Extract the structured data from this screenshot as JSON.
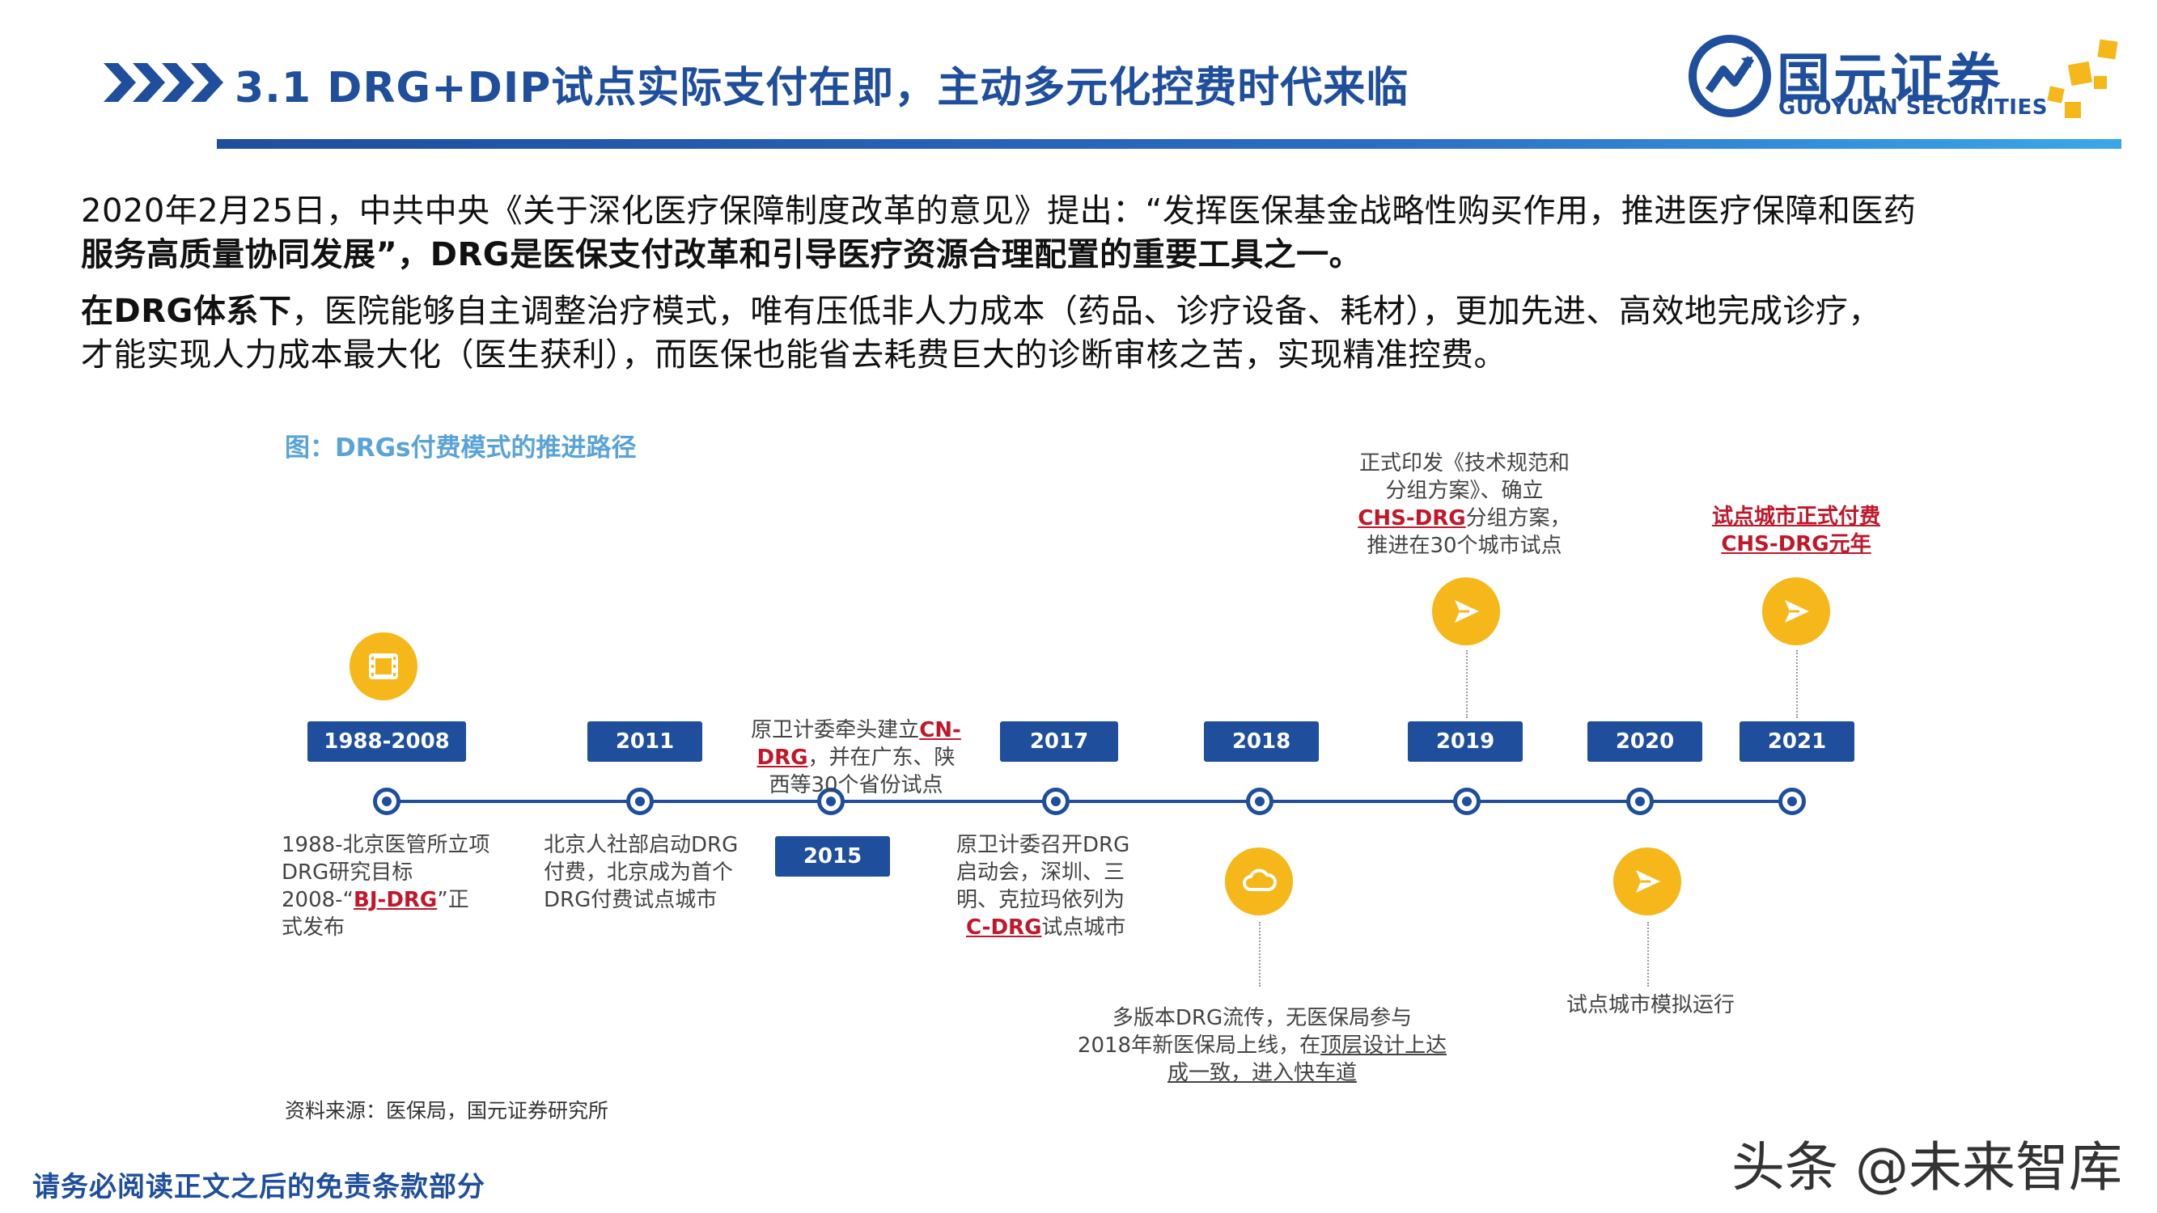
{
  "header": {
    "title": "3.1 DRG+DIP试点实际支付在即，主动多元化控费时代来临",
    "logo_cn": "国元证券",
    "logo_en": "GUOYUAN SECURITIES",
    "accent_color": "#1f4e9c",
    "logo_gold": "#f5b71a"
  },
  "paragraphs": [
    {
      "line1": "2020年2月25日，中共中央《关于深化医疗保障制度改革的意见》提出：“发挥医保基金战略性购买作用，推进医疗保障和医药",
      "line2_bold": "服务高质量协同发展”，DRG是医保支付改革和引导医疗资源合理配置的重要工具之一。"
    },
    {
      "line1_prefix": "在DRG体系下",
      "line1_rest": "，医院能够自主调整治疗模式，唯有压低非人力成本（药品、诊疗设备、耗材），更加先进、高效地完成诊疗，",
      "line2": "才能实现人力成本最大化（医生获利），而医保也能省去耗费巨大的诊断审核之苦，实现精准控费。"
    }
  ],
  "figure_title": "图：DRGs付费模式的推进路径",
  "timeline": {
    "years": [
      "1988-2008",
      "2011",
      "2015",
      "2017",
      "2018",
      "2019",
      "2020",
      "2021"
    ],
    "icons": [
      "film-icon",
      "send-icon",
      "send-icon",
      "cloud-icon",
      "send-icon"
    ],
    "notes": {
      "y1988": [
        "1988-北京医管所立项",
        "DRG研究目标",
        "2008-“",
        "BJ-DRG",
        "”正",
        "式发布"
      ],
      "y2011": [
        "北京人社部启动DRG",
        "付费，北京成为首个",
        "DRG付费试点城市"
      ],
      "y2015": [
        "原卫计委牵头建立",
        "CN-",
        "DRG",
        "，并在广东、陕",
        "西等30个省份试点"
      ],
      "y2017": [
        "原卫计委召开DRG",
        "启动会，深圳、三",
        "明、克拉玛依列为",
        "C-DRG",
        "试点城市"
      ],
      "y2018": [
        "多版本DRG流传，无医保局参与",
        "2018年新医保局上线，在",
        "顶层设计上达",
        "成一致，进入快车道"
      ],
      "y2019": [
        "正式印发《技术规范和",
        "分组方案》、确立",
        "CHS-DRG",
        "分组方案，",
        "推进在30个城市试点"
      ],
      "y2020": [
        "试点城市模拟运行"
      ],
      "y2021": [
        "试点城市正式付费",
        "CHS-DRG元年"
      ]
    }
  },
  "source": "资料来源：医保局，国元证券研究所",
  "disclaimer": "请务必阅读正文之后的免责条款部分",
  "watermark": "头条 @未来智库"
}
